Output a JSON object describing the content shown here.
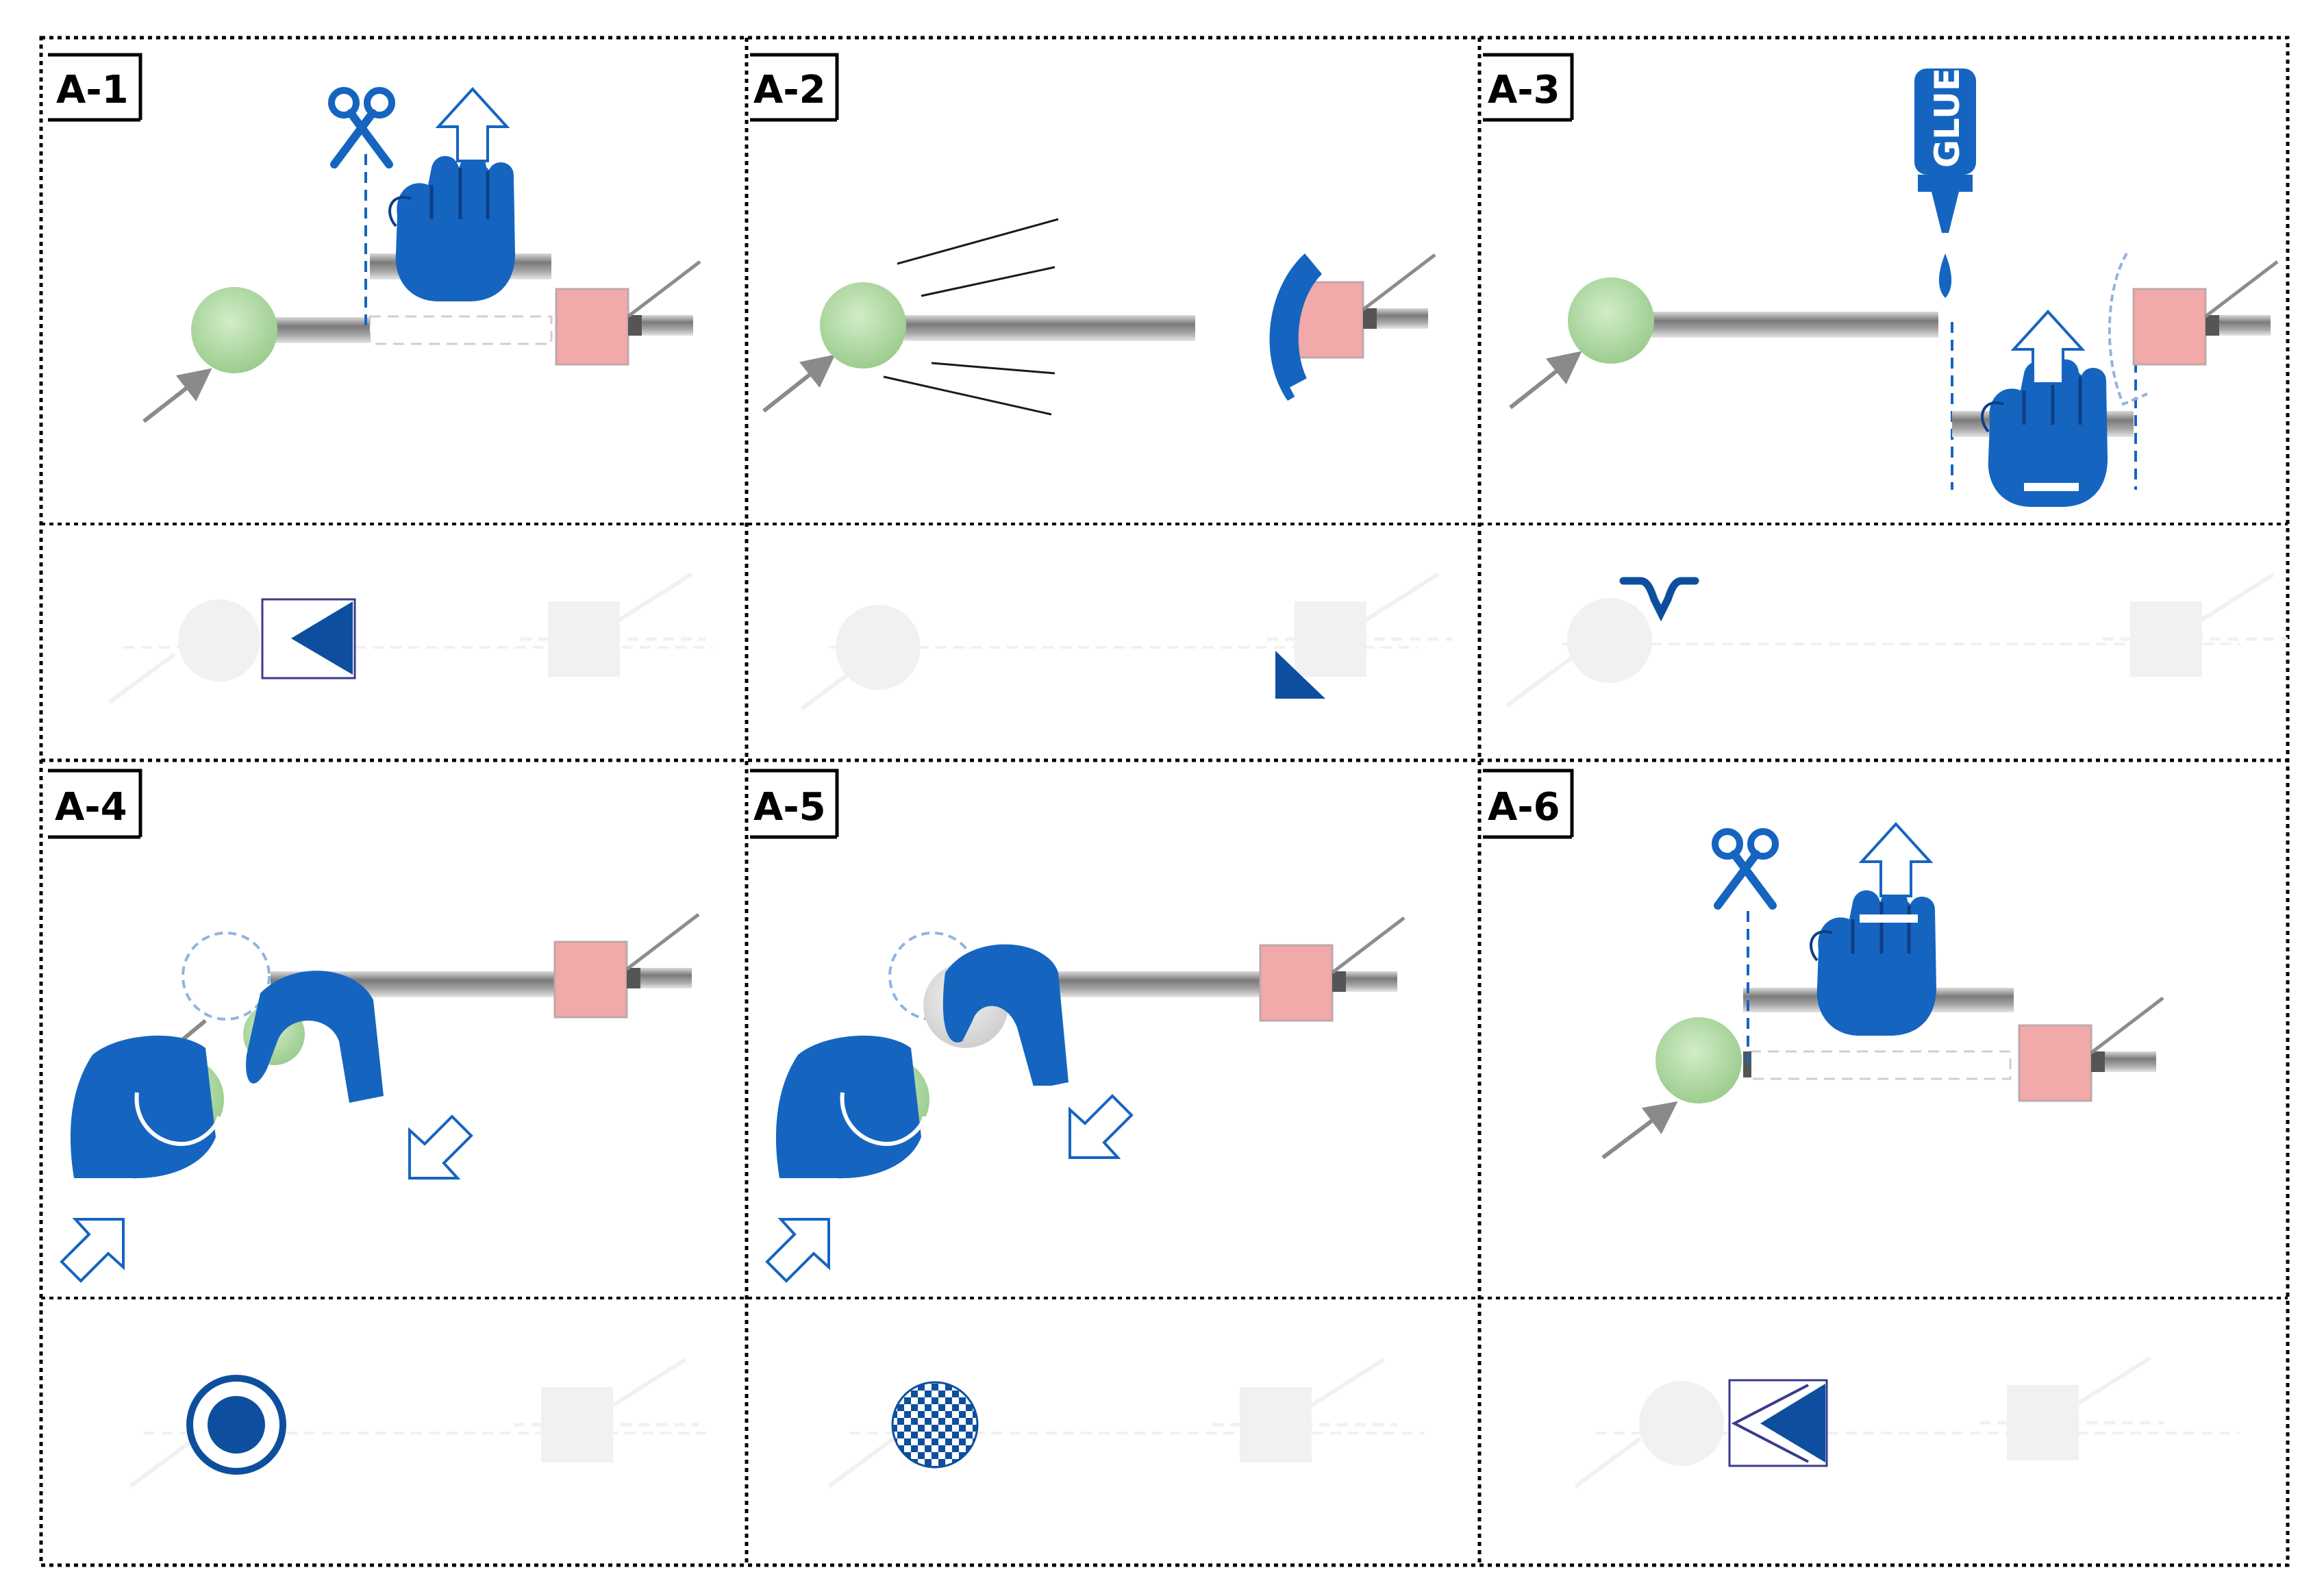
{
  "panels": [
    {
      "id": "A-1",
      "label": "A-1"
    },
    {
      "id": "A-2",
      "label": "A-2"
    },
    {
      "id": "A-3",
      "label": "A-3"
    },
    {
      "id": "A-4",
      "label": "A-4"
    },
    {
      "id": "A-5",
      "label": "A-5"
    },
    {
      "id": "A-6",
      "label": "A-6"
    }
  ],
  "glue_label": "GLUE",
  "colors": {
    "accent_blue": "#1565c0",
    "symbol_blue": "#0d4f9e",
    "outline_navy": "#3a3a8c",
    "ball_green": "#b4dba9",
    "block_pink": "#f2a9a9",
    "rod_gray": "#8f8f8f",
    "ghost_gray": "#f0f0f0",
    "frame": "#000000"
  },
  "icons": [
    "scissors-icon",
    "up-arrow-icon",
    "hand-icon",
    "glue-bottle-icon",
    "pinch-arrow-icon"
  ]
}
